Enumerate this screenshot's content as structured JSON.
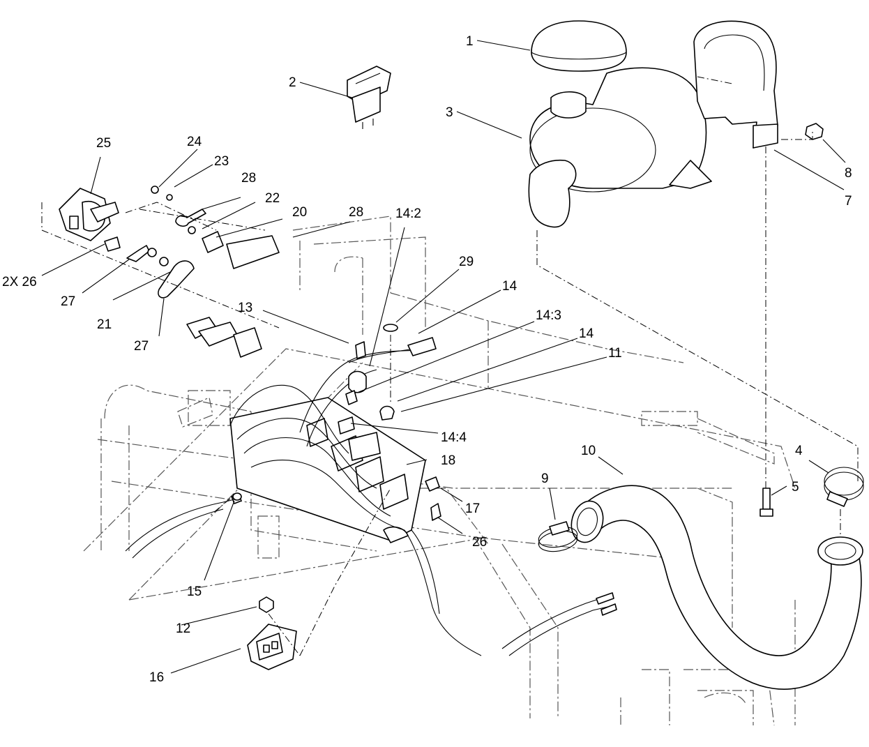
{
  "callouts": {
    "c1": "1",
    "c2": "2",
    "c3": "3",
    "c4": "4",
    "c5": "5",
    "c7": "7",
    "c8": "8",
    "c9": "9",
    "c10": "10",
    "c11": "11",
    "c12": "12",
    "c13": "13",
    "c14_2": "14:2",
    "c14_3": "14:3",
    "c14_4": "14:4",
    "c14_a": "14",
    "c14_b": "14",
    "c15": "15",
    "c16": "16",
    "c17": "17",
    "c18": "18",
    "c20": "20",
    "c21": "21",
    "c22": "22",
    "c23": "23",
    "c24": "24",
    "c25": "25",
    "c26": "26",
    "c26_2x": "2X 26",
    "c27_a": "27",
    "c27_b": "27",
    "c28_a": "28",
    "c28_b": "28",
    "c29": "29"
  }
}
